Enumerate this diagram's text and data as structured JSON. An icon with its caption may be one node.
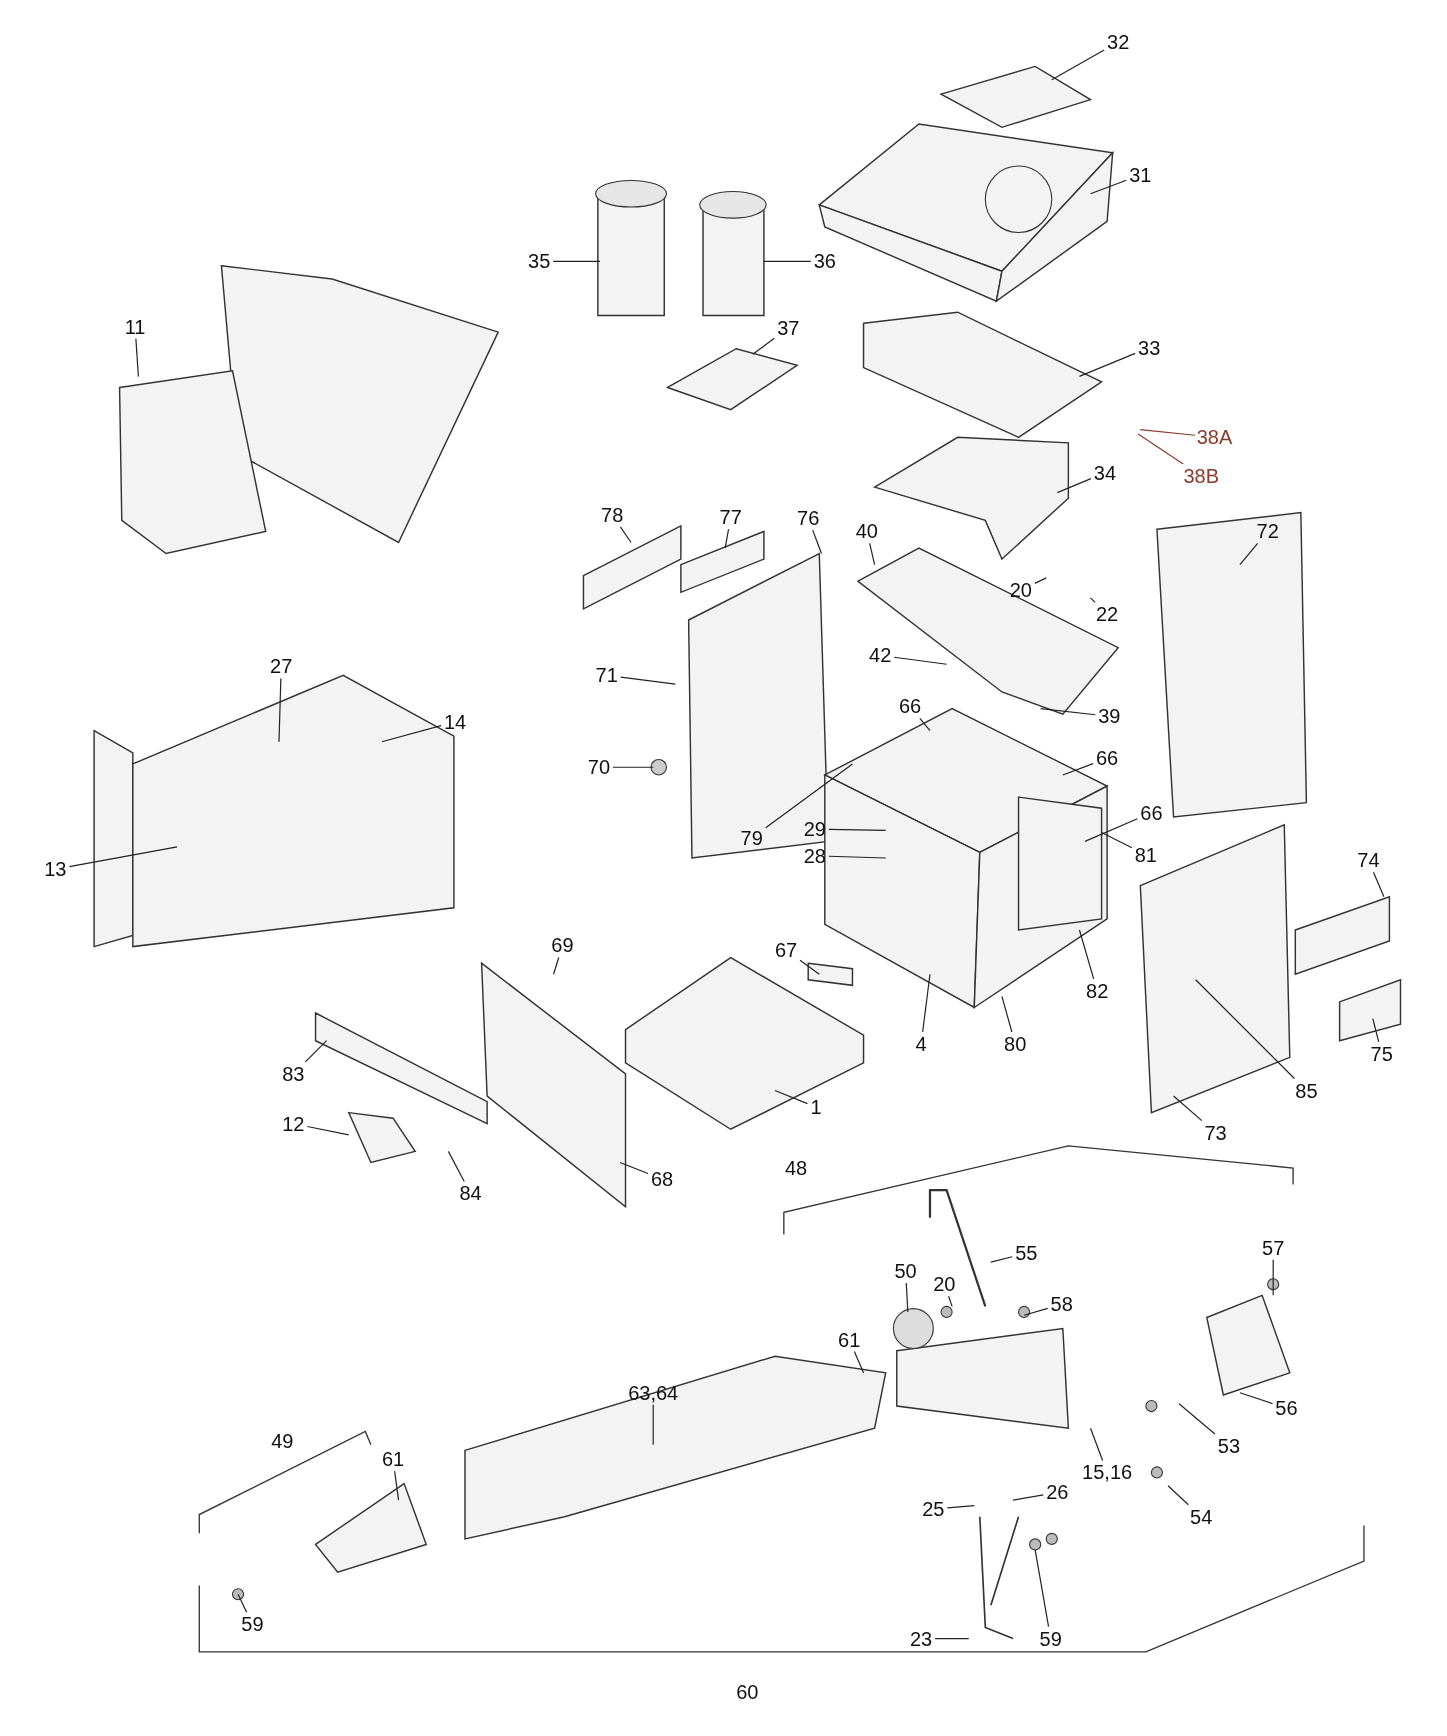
{
  "diagram": {
    "nodes": [
      {
        "text": [
          "32"
        ]
      },
      {
        "text": [
          "31"
        ]
      },
      {
        "text": [
          "35"
        ]
      },
      {
        "text": [
          "36"
        ]
      },
      {
        "text": [
          "37"
        ]
      },
      {
        "text": [
          "33"
        ]
      },
      {
        "text": [
          "38A"
        ]
      },
      {
        "text": [
          "38B"
        ]
      },
      {
        "text": [
          "34"
        ]
      },
      {
        "text": [
          "11"
        ]
      },
      {
        "text": [
          "78"
        ]
      },
      {
        "text": [
          "77"
        ]
      },
      {
        "text": [
          "76"
        ]
      },
      {
        "text": [
          "40"
        ]
      },
      {
        "text": [
          "20"
        ]
      },
      {
        "text": [
          "22"
        ]
      },
      {
        "text": [
          "72"
        ]
      },
      {
        "text": [
          "42"
        ]
      },
      {
        "text": [
          "39"
        ]
      },
      {
        "text": [
          "71"
        ]
      },
      {
        "text": [
          "27"
        ]
      },
      {
        "text": [
          "14"
        ]
      },
      {
        "text": [
          "66"
        ]
      },
      {
        "text": [
          "66"
        ]
      },
      {
        "text": [
          "70"
        ]
      },
      {
        "text": [
          "79"
        ]
      },
      {
        "text": [
          "29"
        ]
      },
      {
        "text": [
          "28"
        ]
      },
      {
        "text": [
          "66"
        ]
      },
      {
        "text": [
          "81"
        ]
      },
      {
        "text": [
          "13"
        ]
      },
      {
        "text": [
          "74"
        ]
      },
      {
        "text": [
          "69"
        ]
      },
      {
        "text": [
          "67"
        ]
      },
      {
        "text": [
          "4"
        ]
      },
      {
        "text": [
          "80"
        ]
      },
      {
        "text": [
          "82"
        ]
      },
      {
        "text": [
          "85"
        ]
      },
      {
        "text": [
          "75"
        ]
      },
      {
        "text": [
          "83"
        ]
      },
      {
        "text": [
          "1"
        ]
      },
      {
        "text": [
          "73"
        ]
      },
      {
        "text": [
          "12"
        ]
      },
      {
        "text": [
          "84"
        ]
      },
      {
        "text": [
          "68"
        ]
      },
      {
        "text": [
          "55"
        ]
      },
      {
        "text": [
          "57"
        ]
      },
      {
        "text": [
          "50"
        ]
      },
      {
        "text": [
          "20"
        ]
      },
      {
        "text": [
          "58"
        ]
      },
      {
        "text": [
          "61"
        ]
      },
      {
        "text": [
          "63,64"
        ]
      },
      {
        "text": [
          "56"
        ]
      },
      {
        "text": [
          "53"
        ]
      },
      {
        "text": [
          "61"
        ]
      },
      {
        "text": [
          "15,16"
        ]
      },
      {
        "text": [
          "54"
        ]
      },
      {
        "text": [
          "25"
        ]
      },
      {
        "text": [
          "26"
        ]
      },
      {
        "text": [
          "23"
        ]
      },
      {
        "text": [
          "59"
        ]
      },
      {
        "text": [
          "59"
        ]
      }
    ],
    "edges": [
      {
        "from": 0,
        "to": null,
        "arrow": "none"
      },
      {
        "from": 1,
        "to": null,
        "arrow": "none"
      },
      {
        "from": 2,
        "to": null,
        "arrow": "none"
      },
      {
        "from": 3,
        "to": null,
        "arrow": "none"
      },
      {
        "from": 4,
        "to": null,
        "arrow": "none"
      },
      {
        "from": 5,
        "to": null,
        "arrow": "none"
      },
      {
        "from": 6,
        "to": null,
        "arrow": "none",
        "color": "#8b3a2e"
      },
      {
        "from": 7,
        "to": null,
        "arrow": "none",
        "color": "#8b3a2e"
      },
      {
        "from": 8,
        "to": null,
        "arrow": "none"
      },
      {
        "from": 9,
        "to": null,
        "arrow": "none"
      },
      {
        "from": 10,
        "to": null,
        "arrow": "none"
      },
      {
        "from": 11,
        "to": null,
        "arrow": "none"
      },
      {
        "from": 12,
        "to": null,
        "arrow": "none"
      },
      {
        "from": 13,
        "to": null,
        "arrow": "none"
      },
      {
        "from": 14,
        "to": null,
        "arrow": "none"
      },
      {
        "from": 15,
        "to": null,
        "arrow": "none"
      },
      {
        "from": 16,
        "to": null,
        "arrow": "none"
      },
      {
        "from": 17,
        "to": null,
        "arrow": "none"
      },
      {
        "from": 18,
        "to": null,
        "arrow": "none"
      },
      {
        "from": 19,
        "to": null,
        "arrow": "none"
      },
      {
        "from": 20,
        "to": null,
        "arrow": "none"
      },
      {
        "from": 21,
        "to": null,
        "arrow": "none"
      },
      {
        "from": 22,
        "to": null,
        "arrow": "none"
      },
      {
        "from": 23,
        "to": null,
        "arrow": "none"
      },
      {
        "from": 24,
        "to": null,
        "arrow": "none"
      },
      {
        "from": 25,
        "to": null,
        "arrow": "none"
      },
      {
        "from": 26,
        "to": null,
        "arrow": "none"
      },
      {
        "from": 27,
        "to": null,
        "arrow": "none"
      },
      {
        "from": 28,
        "to": null,
        "arrow": "none"
      },
      {
        "from": 29,
        "to": null,
        "arrow": "none"
      },
      {
        "from": 30,
        "to": null,
        "arrow": "none"
      },
      {
        "from": 31,
        "to": null,
        "arrow": "none"
      },
      {
        "from": 32,
        "to": null,
        "arrow": "none"
      },
      {
        "from": 33,
        "to": null,
        "arrow": "none"
      },
      {
        "from": 34,
        "to": null,
        "arrow": "none"
      },
      {
        "from": 35,
        "to": null,
        "arrow": "none"
      },
      {
        "from": 36,
        "to": null,
        "arrow": "none"
      },
      {
        "from": 37,
        "to": null,
        "arrow": "none"
      },
      {
        "from": 38,
        "to": null,
        "arrow": "none"
      },
      {
        "from": 39,
        "to": null,
        "arrow": "none"
      },
      {
        "from": 40,
        "to": null,
        "arrow": "none"
      },
      {
        "from": 41,
        "to": null,
        "arrow": "none"
      },
      {
        "from": 42,
        "to": null,
        "arrow": "none"
      },
      {
        "from": 43,
        "to": null,
        "arrow": "none"
      },
      {
        "from": 44,
        "to": null,
        "arrow": "none"
      },
      {
        "from": 45,
        "to": null,
        "arrow": "none"
      },
      {
        "from": 46,
        "to": null,
        "arrow": "none"
      },
      {
        "from": 47,
        "to": null,
        "arrow": "none"
      },
      {
        "from": 48,
        "to": null,
        "arrow": "none"
      },
      {
        "from": 49,
        "to": null,
        "arrow": "none"
      },
      {
        "from": 50,
        "to": null,
        "arrow": "none"
      },
      {
        "from": 51,
        "to": null,
        "arrow": "none"
      },
      {
        "from": 52,
        "to": null,
        "arrow": "none"
      },
      {
        "from": 53,
        "to": null,
        "arrow": "none"
      },
      {
        "from": 54,
        "to": null,
        "arrow": "none"
      },
      {
        "from": 55,
        "to": null,
        "arrow": "none"
      },
      {
        "from": 56,
        "to": null,
        "arrow": "none"
      },
      {
        "from": 57,
        "to": null,
        "arrow": "none"
      },
      {
        "from": 58,
        "to": null,
        "arrow": "none"
      },
      {
        "from": 59,
        "to": null,
        "arrow": "none"
      },
      {
        "from": 60,
        "to": null,
        "arrow": "none"
      },
      {
        "from": 61,
        "to": null,
        "arrow": "none"
      }
    ],
    "labels": [
      "48",
      "49",
      "60"
    ]
  }
}
